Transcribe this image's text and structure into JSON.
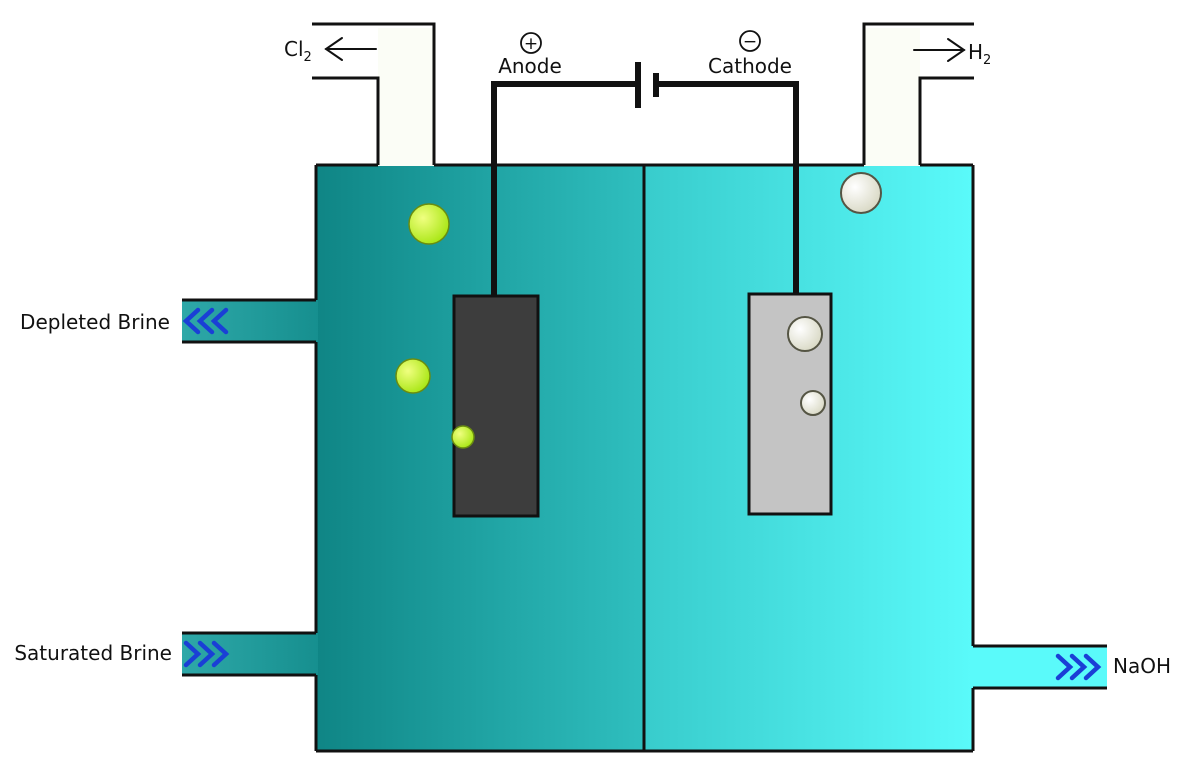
{
  "labels": {
    "anode": "Anode",
    "cathode": "Cathode",
    "plus": "+",
    "minus": "−",
    "cl2_main": "Cl",
    "cl2_sub": "2",
    "h2_main": "H",
    "h2_sub": "2",
    "depleted_brine": "Depleted Brine",
    "saturated_brine": "Saturated Brine",
    "naoh": "NaOH"
  },
  "colors": {
    "anode_chamber_dark": "#0f8585",
    "anode_chamber_light": "#2fbfbf",
    "cathode_chamber_dark": "#38cccc",
    "cathode_chamber_light": "#5afafa",
    "anode_electrode": "#3d3d3d",
    "cathode_electrode": "#c4c4c4",
    "chlorine_bubble": "#a8e614",
    "hydrogen_bubble": "#f3f3e6",
    "flow_arrow": "#1a3fd6",
    "outline": "#111111"
  },
  "icons": {
    "flow_arrows": "chevron-triple-icon",
    "gas_out_arrow": "arrow-icon",
    "battery": "battery-icon"
  }
}
